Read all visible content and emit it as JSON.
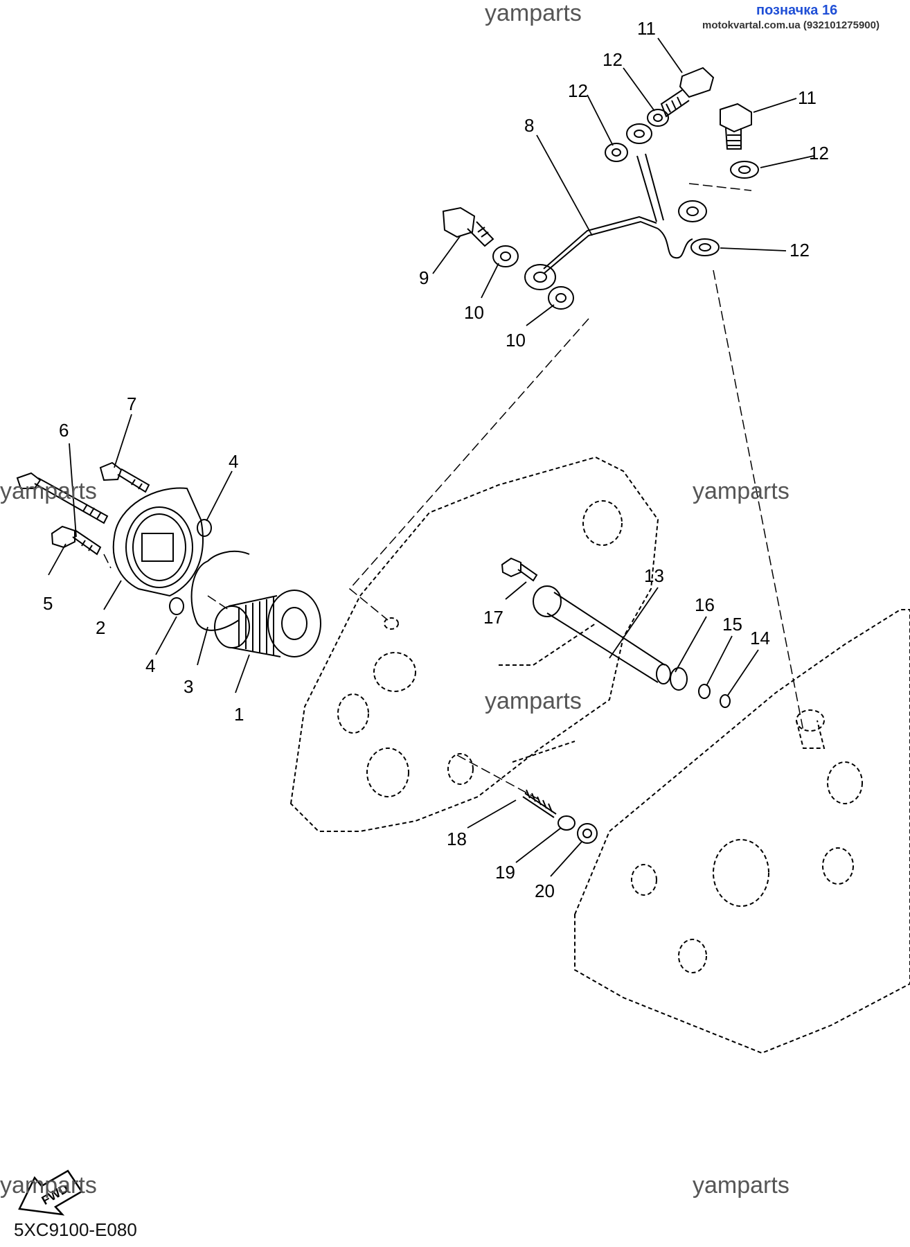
{
  "header": {
    "watermark_top": "yamparts",
    "tag": "позначка 16",
    "site": "motokvartal.com.ua (932101275900)"
  },
  "watermarks": [
    "yamparts",
    "yamparts",
    "yamparts",
    "yamparts",
    "yamparts"
  ],
  "fwd_label": "FWD",
  "diagram_code": "5XC9100-E080",
  "callouts": [
    "1",
    "2",
    "3",
    "4",
    "4",
    "5",
    "6",
    "7",
    "8",
    "9",
    "10",
    "10",
    "11",
    "11",
    "12",
    "12",
    "12",
    "12",
    "13",
    "14",
    "15",
    "16",
    "17",
    "18",
    "19",
    "20"
  ],
  "colors": {
    "tag": "#1f4fd6",
    "line": "#000000",
    "watermark": "#555555"
  }
}
